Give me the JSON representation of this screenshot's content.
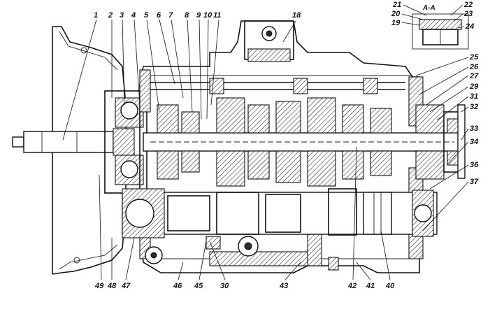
{
  "section_label": "А-А",
  "callouts": {
    "c1": "1",
    "c2": "2",
    "c3": "3",
    "c4": "4",
    "c5": "5",
    "c6": "6",
    "c7": "7",
    "c8": "8",
    "c9": "9",
    "c10": "10",
    "c11": "11",
    "c18": "18",
    "c19": "19",
    "c20": "20",
    "c21": "21",
    "c22": "22",
    "c23": "23",
    "c24": "24",
    "c25": "25",
    "c26": "26",
    "c27": "27",
    "c29": "29",
    "c31": "31",
    "c32": "32",
    "c33": "33",
    "c34": "34",
    "c36": "36",
    "c37": "37",
    "c40": "40",
    "c41": "41",
    "c42": "42",
    "c43": "43",
    "c45": "45",
    "c30b": "30",
    "c46": "46",
    "c47": "47",
    "c48": "48",
    "c49": "49"
  }
}
